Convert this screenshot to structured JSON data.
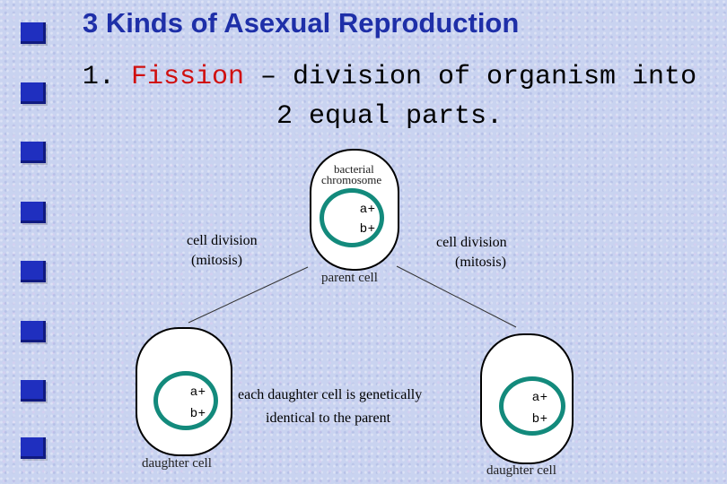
{
  "title": "3 Kinds of Asexual Reproduction",
  "definition": {
    "number": "1.",
    "term": "Fission",
    "text_line1": " – division of organism into",
    "text_line2": "2 equal parts."
  },
  "diagram": {
    "parent_cell": {
      "chromosome_label_1": "bacterial",
      "chromosome_label_2": "chromosome",
      "gene_a": "a+",
      "gene_b": "b+",
      "label": "parent cell"
    },
    "left_arrow_label_1": "cell division",
    "left_arrow_label_2": "(mitosis)",
    "right_arrow_label_1": "cell division",
    "right_arrow_label_2": "(mitosis)",
    "left_daughter": {
      "gene_a": "a+",
      "gene_b": "b+",
      "label": "daughter cell"
    },
    "right_daughter": {
      "gene_a": "a+",
      "gene_b": "b+",
      "label": "daughter cell"
    },
    "note_line1": "each daughter cell is genetically",
    "note_line2": "identical to the parent"
  },
  "colors": {
    "title": "#1e2fa8",
    "term": "#d01010",
    "chromosome": "#138a7c",
    "bullet": "#1f2fbf"
  }
}
